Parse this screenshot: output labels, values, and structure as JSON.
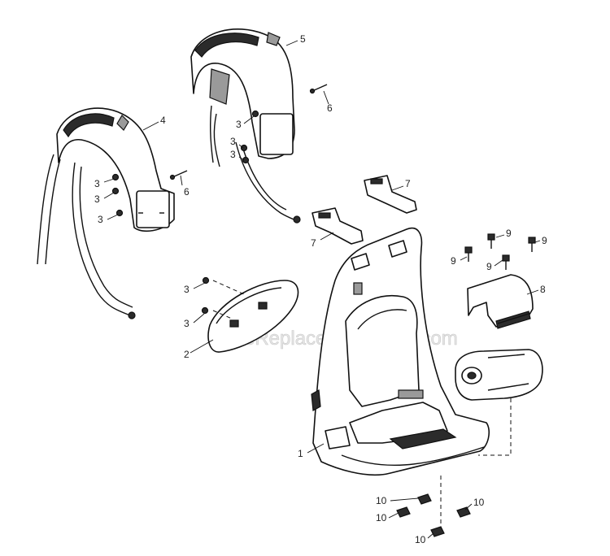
{
  "watermark": "eReplacementParts.com",
  "callouts": {
    "frame": "1",
    "back_pad": "2",
    "screw_pad_top": "3",
    "screw_pad_bottom": "3",
    "screw_left_a": "3",
    "screw_left_b": "3",
    "screw_left_c": "3",
    "screw_right_a": "3",
    "screw_right_b": "3",
    "screw_right_c": "3",
    "strap_left": "4",
    "strap_right": "5",
    "pin_left": "6",
    "pin_right": "6",
    "buckle_upper": "7",
    "buckle_lower": "7",
    "bracket": "8",
    "bolt_a": "9",
    "bolt_b": "9",
    "bolt_c": "9",
    "bolt_d": "9",
    "clip_a": "10",
    "clip_b": "10",
    "clip_c": "10",
    "clip_d": "10"
  }
}
